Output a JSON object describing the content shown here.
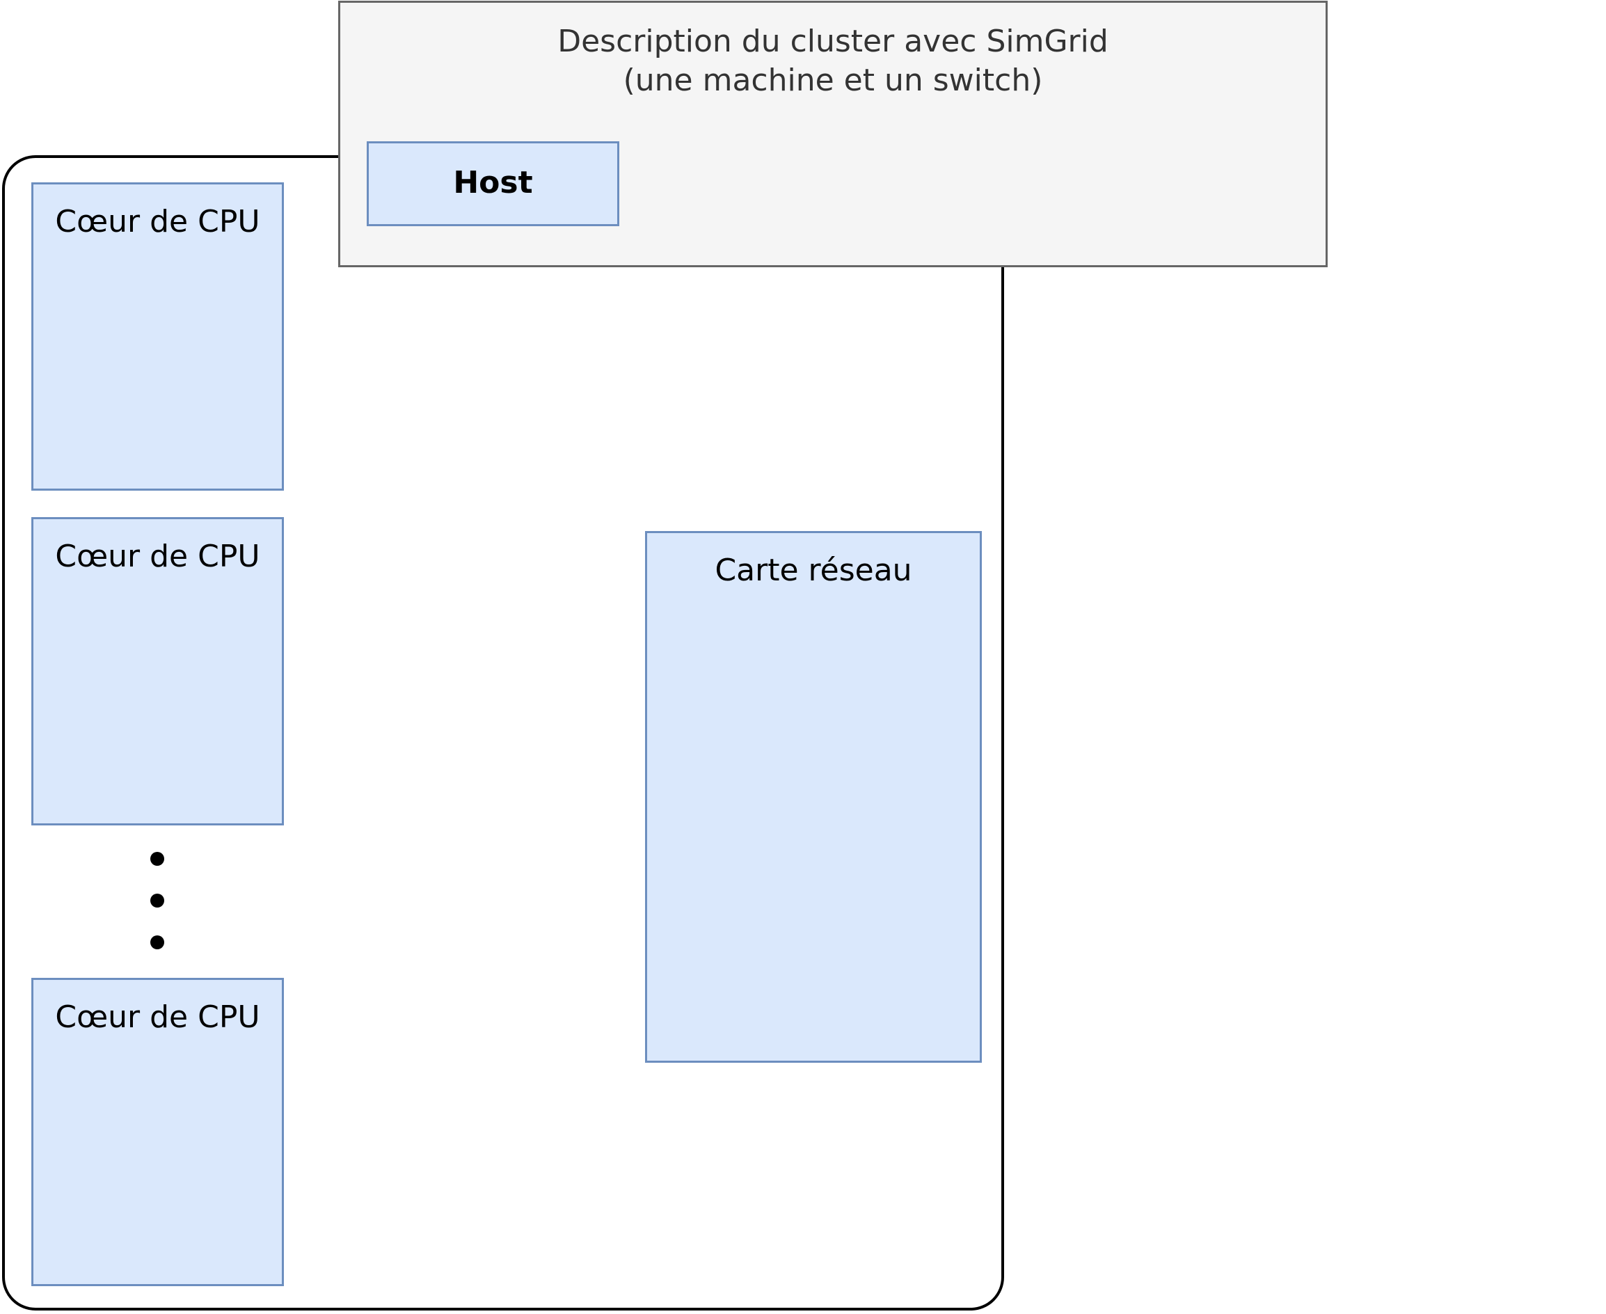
{
  "diagram": {
    "legend": {
      "title_line1": "Description du cluster avec SimGrid",
      "title_line2": "(une machine et un switch)",
      "host_label": "Host"
    },
    "machine": {
      "cpu_cores": [
        {
          "label": "Cœur de CPU"
        },
        {
          "label": "Cœur de CPU"
        },
        {
          "label": "Cœur de CPU"
        }
      ],
      "network_card": {
        "label": "Carte réseau"
      }
    },
    "colors": {
      "component_fill": "#dae8fc",
      "component_border": "#6c8ebf",
      "legend_fill": "#f5f5f5",
      "legend_border": "#666666",
      "machine_border": "#000000"
    }
  }
}
